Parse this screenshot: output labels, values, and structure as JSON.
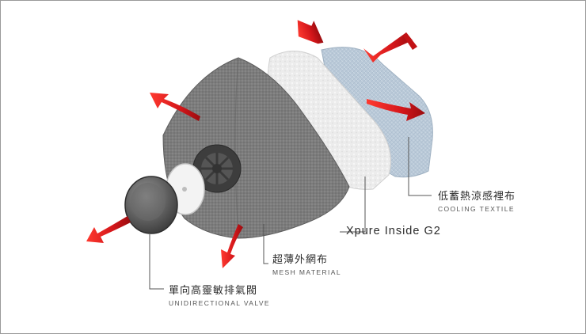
{
  "labels": {
    "cooling": {
      "zh": "低蓄熱涼感裡布",
      "en": "COOLING TEXTILE"
    },
    "inner": {
      "text": "Xpure Inside G2"
    },
    "mesh": {
      "zh": "超薄外網布",
      "en": "MESH MATERIAL"
    },
    "valve": {
      "zh": "單向高靈敏排氣閥",
      "en": "UNIDIRECTIONAL VALVE"
    }
  },
  "colors": {
    "arrow_red": "#d4161a",
    "mesh_grey": "#7a7a7a",
    "cooling_blue": "#b9c9d8",
    "filter_white": "#eeeeee",
    "leader_line": "#555555"
  },
  "icons": [
    "airflow-arrow-icon",
    "valve-icon"
  ]
}
